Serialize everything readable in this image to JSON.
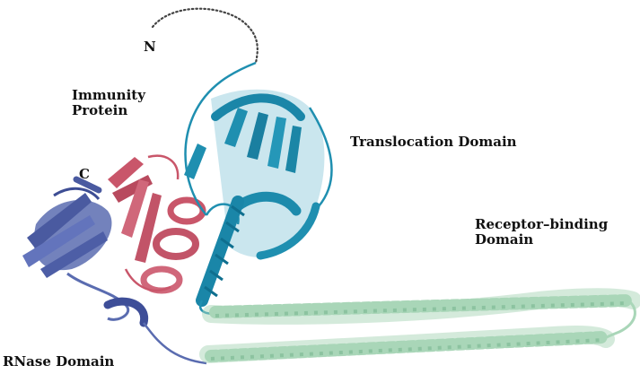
{
  "labels": {
    "n_terminus": "N",
    "c_terminus": "C",
    "immunity_line1": "Immunity",
    "immunity_line2": "Protein",
    "translocation": "Translocation Domain",
    "receptor_line1": "Receptor–binding",
    "receptor_line2": "Domain",
    "rnase": "RNase Domain"
  },
  "colors": {
    "translocation_domain": "#1f8fb0",
    "immunity_protein": "#c9566a",
    "rnase_domain": "#5a6cb0",
    "receptor_binding_domain": "#a9d6b8",
    "disordered_n_terminus": "#444444",
    "label_text": "#111111"
  }
}
